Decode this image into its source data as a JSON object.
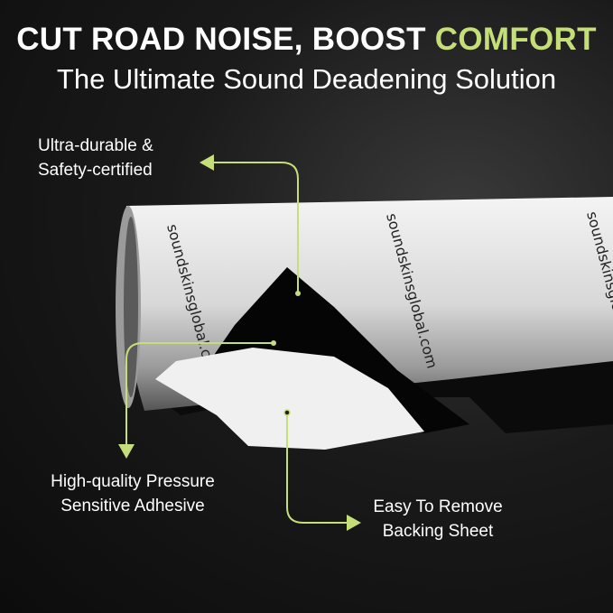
{
  "header": {
    "title_main": "CUT ROAD NOISE, BOOST",
    "title_accent": "COMFORT",
    "subtitle": "The Ultimate Sound Deadening Solution"
  },
  "callouts": [
    {
      "line1": "Ultra-durable &",
      "line2": "Safety-certified"
    },
    {
      "line1": "High-quality Pressure",
      "line2": "Sensitive Adhesive"
    },
    {
      "line1": "Easy To Remove",
      "line2": "Backing Sheet"
    }
  ],
  "product": {
    "print_text": "soundskinsglobal.com"
  },
  "colors": {
    "accent": "#c5df78",
    "background": "#141414",
    "foil": "#e6e6e6",
    "adhesive": "#0a0a0a"
  }
}
